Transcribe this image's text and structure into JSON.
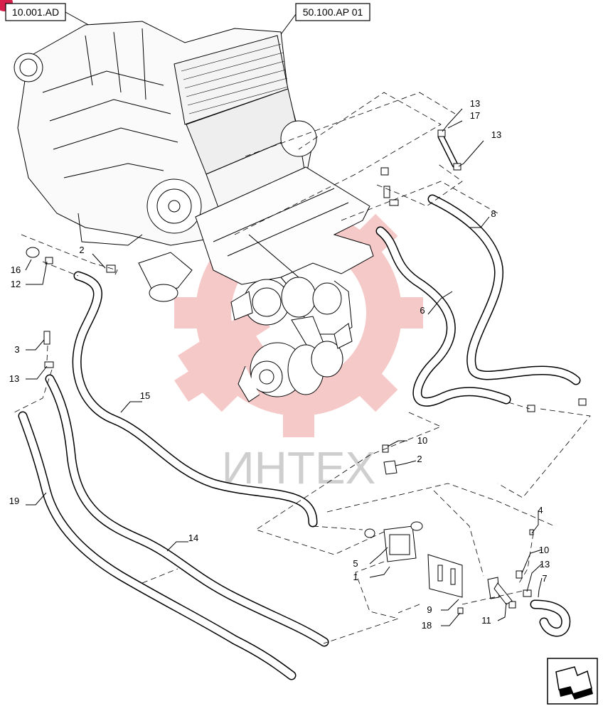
{
  "references": [
    {
      "id": "ref-10-001-ad",
      "text": "10.001.AD"
    },
    {
      "id": "ref-50-100-ap-01",
      "text": "50.100.AP 01"
    }
  ],
  "callouts": {
    "c13a": "13",
    "c17": "17",
    "c13b": "13",
    "c8": "8",
    "c2a": "2",
    "c16": "16",
    "c12": "12",
    "c6": "6",
    "c3": "3",
    "c13c": "13",
    "c15": "15",
    "c19": "19",
    "c14": "14",
    "c10a": "10",
    "c2b": "2",
    "c4": "4",
    "c10b": "10",
    "c13d": "13",
    "c7": "7",
    "c5": "5",
    "c1": "1",
    "c9": "9",
    "c11": "11",
    "c18": "18"
  },
  "watermark": {
    "text": "ИНТЕХ",
    "color": "#e0403f"
  },
  "corner_badge_color": "#d6204b",
  "nav_icon": "next-page-arrow-icon"
}
